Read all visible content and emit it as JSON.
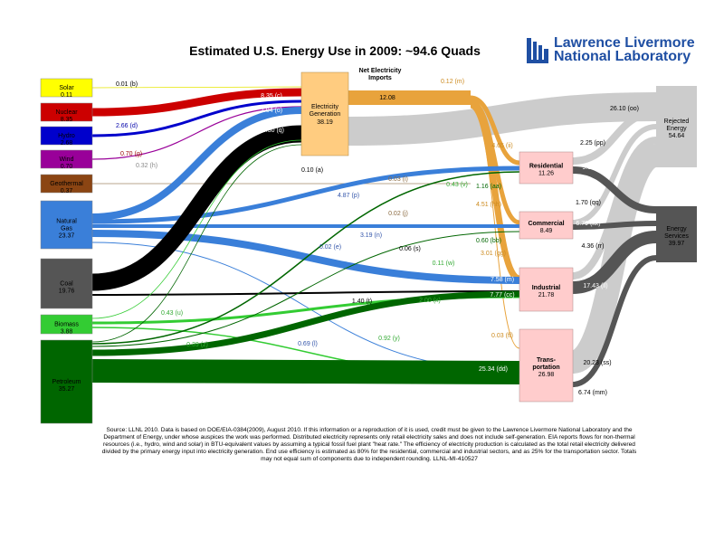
{
  "title": "Estimated U.S. Energy Use in 2009: ~94.6 Quads",
  "logo": {
    "line1": "Lawrence Livermore",
    "line2": "National Laboratory"
  },
  "sources": [
    {
      "key": "solar",
      "name": "Solar",
      "value": "0.11",
      "color": "#ffff00",
      "text_color": "#000000"
    },
    {
      "key": "nuclear",
      "name": "Nuclear",
      "value": "8.35",
      "color": "#cc0000",
      "text_color": "#000000"
    },
    {
      "key": "hydro",
      "name": "Hydro",
      "value": "2.68",
      "color": "#0000cc",
      "text_color": "#000000"
    },
    {
      "key": "wind",
      "name": "Wind",
      "value": "0.70",
      "color": "#990099",
      "text_color": "#000000"
    },
    {
      "key": "geothermal",
      "name": "Geothermal",
      "value": "0.37",
      "color": "#8b4513",
      "text_color": "#000000"
    },
    {
      "key": "natural-gas",
      "name": "Natural\nGas",
      "value": "23.37",
      "color": "#3a7fd9",
      "text_color": "#000000"
    },
    {
      "key": "coal",
      "name": "Coal",
      "value": "19.76",
      "color": "#555555",
      "text_color": "#000000"
    },
    {
      "key": "biomass",
      "name": "Biomass",
      "value": "3.88",
      "color": "#33cc33",
      "text_color": "#000000"
    },
    {
      "key": "petroleum",
      "name": "Petroleum",
      "value": "35.27",
      "color": "#006600",
      "text_color": "#000000"
    }
  ],
  "electricity": {
    "name": "Electricity\nGeneration",
    "value": "38.19",
    "color": "#ffcc80"
  },
  "net_imports": {
    "label": "Net Electricity\nImports",
    "value": "0.12 (m)"
  },
  "sectors": [
    {
      "key": "residential",
      "name": "Residential",
      "value": "11.26"
    },
    {
      "key": "commercial",
      "name": "Commercial",
      "value": "8.49"
    },
    {
      "key": "industrial",
      "name": "Industrial",
      "value": "21.78"
    },
    {
      "key": "transportation",
      "name": "Trans-\nportation",
      "value": "26.98"
    }
  ],
  "outputs": [
    {
      "key": "rejected",
      "name": "Rejected\nEnergy",
      "value": "54.64",
      "color": "#cccccc"
    },
    {
      "key": "services",
      "name": "Energy\nServices",
      "value": "39.97",
      "color": "#555555"
    }
  ],
  "flow_labels": [
    "0.01 (b)",
    "8.35 (c)",
    "2.66 (d)",
    "7.04 (o)",
    "18.30 (q)",
    "0.70 (g)",
    "0.32 (h)",
    "0.10 (a)",
    "12.08",
    "26.10 (oo)",
    "4.65 (ii)",
    "2.25 (pp)",
    "9.01 (jj)",
    "1.16 (aa)",
    "4.51 (hh)",
    "1.70 (qq)",
    "6.79 (kk)",
    "4.36 (rr)",
    "0.60 (bb)",
    "3.01 (gg)",
    "7.58 (m)",
    "7.77 (cc)",
    "17.43 (ll)",
    "0.03 (ff)",
    "20.23 (ss)",
    "6.74 (mm)",
    "25.34 (dd)",
    "4.87 (p)",
    "0.03 (i)",
    "0.43 (v)",
    "0.02 (j)",
    "3.19 (n)",
    "0.02 (e)",
    "0.06 (s)",
    "0.11 (w)",
    "1.40 (t)",
    "2.00 (x)",
    "0.92 (y)",
    "0.69 (l)",
    "0.43 (u)",
    "0.39 (z)"
  ],
  "source_note": "Source: LLNL 2010. Data is based on DOE/EIA-0384(2009), August 2010. If this information or a reproduction of it is used, credit must be given to the Lawrence Livermore National Laboratory and the Department of Energy, under whose auspices the work was performed. Distributed electricity represents only retail electricity sales and does not include self-generation. EIA reports flows for non-thermal resources (i.e., hydro, wind and solar) in BTU-equivalent values by assuming a typical fossil fuel plant \"heat rate.\" The efficiency of electricity production is calculated as the total retail electricity delivered divided by the primary energy input into electricity generation. End use efficiency is estimated as 80% for the residential, commercial and industrial sectors, and as 25% for the transportation sector. Totals may not equal sum of components due to independent rounding. LLNL-MI-410527"
}
